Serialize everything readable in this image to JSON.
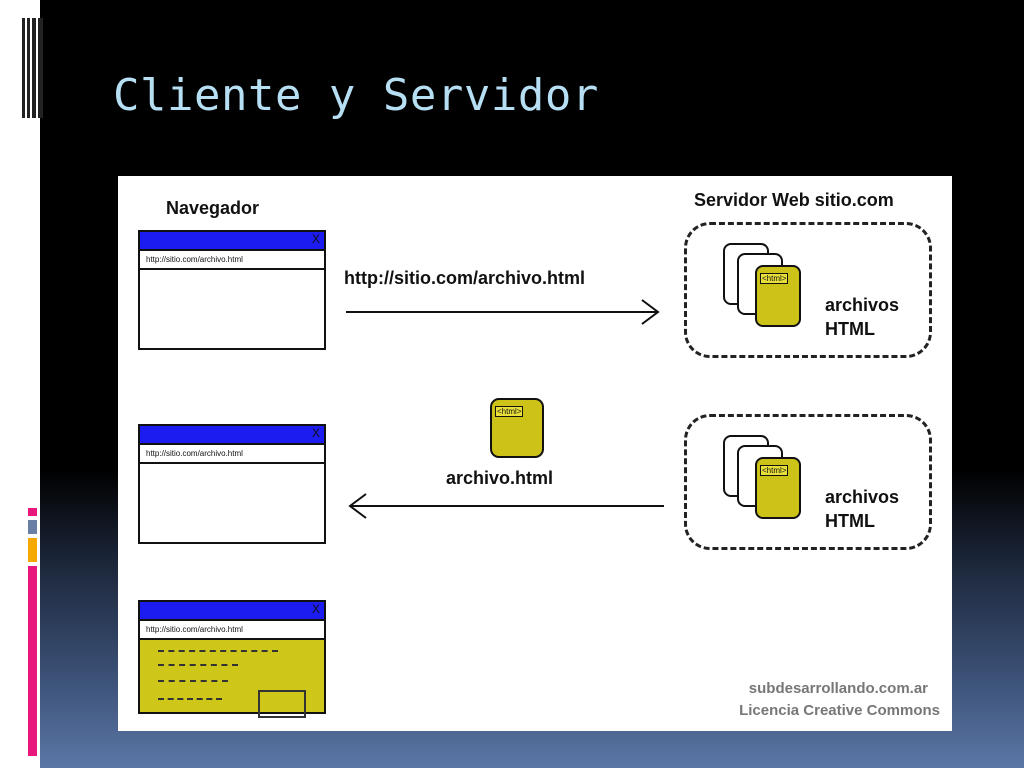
{
  "slide": {
    "title": "Cliente y Servidor",
    "accent_colors": [
      "#e8177d",
      "#f5a800",
      "#6a7fa5"
    ]
  },
  "diagram": {
    "browser_heading": "Navegador",
    "server_heading": "Servidor Web  sitio.com",
    "request_url": "http://sitio.com/archivo.html",
    "response_label": "archivo.html",
    "browser_url": "http://sitio.com/archivo.html",
    "browser_close": "X",
    "html_tag": "<html>",
    "files_label_1": "archivos",
    "files_label_2": "HTML",
    "credit_line1": "subdesarrollando.com.ar",
    "credit_line2": "Licencia Creative Commons",
    "filled_color": "#cdc318",
    "browser_bar_color": "#1c1cf0"
  }
}
